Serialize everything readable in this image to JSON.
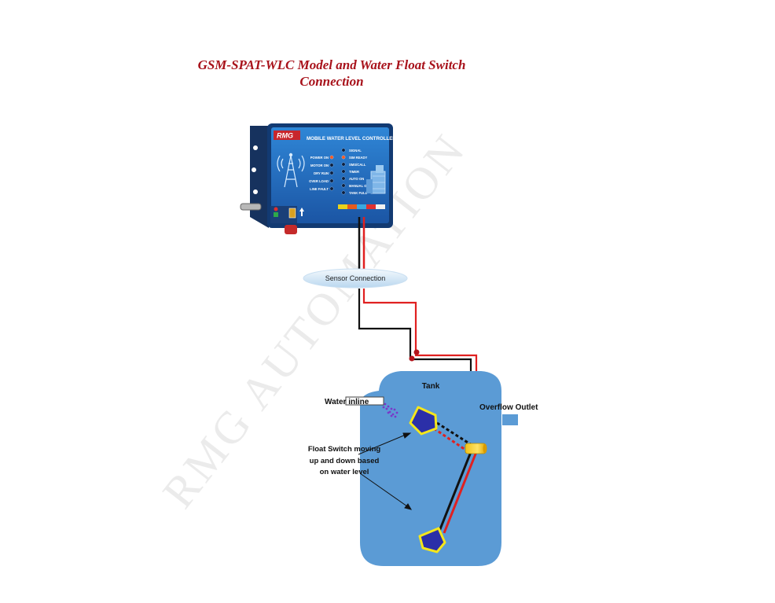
{
  "title": {
    "line1": "GSM-SPAT-WLC Model and Water Float Switch",
    "line2": "Connection"
  },
  "controller": {
    "brand": "RMG",
    "heading": "MOBILE WATER LEVEL CONTROLLER",
    "left_indicators": [
      "POWER ON",
      "MOTOR ON",
      "DRY RUN",
      "OVER LOAD",
      "LINE FAULT"
    ],
    "right_indicators": [
      "SIGNAL",
      "SIM READY",
      "SMS/CALL",
      "TIMER",
      "AUTO ON",
      "MANUAL ON",
      "TANK FULL"
    ],
    "body_color": "#1f5db0",
    "panel_color": "#2d7fd0"
  },
  "labels": {
    "sensor_connection": "Sensor Connection",
    "tank": "Tank",
    "water_inline": "Water inline",
    "overflow_outlet": "Overflow Outlet",
    "float_line1": "Float Switch moving",
    "float_line2": "up and down based",
    "float_line3": "on water level"
  },
  "watermark": "RMG AUTOMATION",
  "colors": {
    "title": "#a8121b",
    "tank": "#5b9bd5",
    "wire_red": "#e02020",
    "wire_black": "#111111",
    "float_fill": "#2b2fa8",
    "float_outline": "#f5e61b"
  }
}
